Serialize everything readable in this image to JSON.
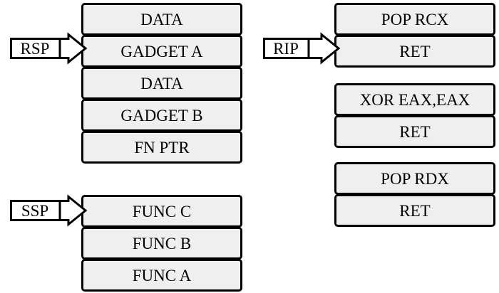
{
  "stacks": {
    "data_stack": [
      "DATA",
      "GADGET A",
      "DATA",
      "GADGET B",
      "FN PTR"
    ],
    "gadgets_1": [
      "POP RCX",
      "RET"
    ],
    "gadgets_2": [
      "XOR EAX,EAX",
      "RET"
    ],
    "gadgets_3": [
      "POP RDX",
      "RET"
    ],
    "shadow_stack": [
      "FUNC C",
      "FUNC B",
      "FUNC A"
    ]
  },
  "pointers": {
    "rsp": "RSP",
    "rip": "RIP",
    "ssp": "SSP"
  },
  "colors": {
    "cell_fill": "#efefef",
    "border": "#000000",
    "background": "#ffffff"
  }
}
